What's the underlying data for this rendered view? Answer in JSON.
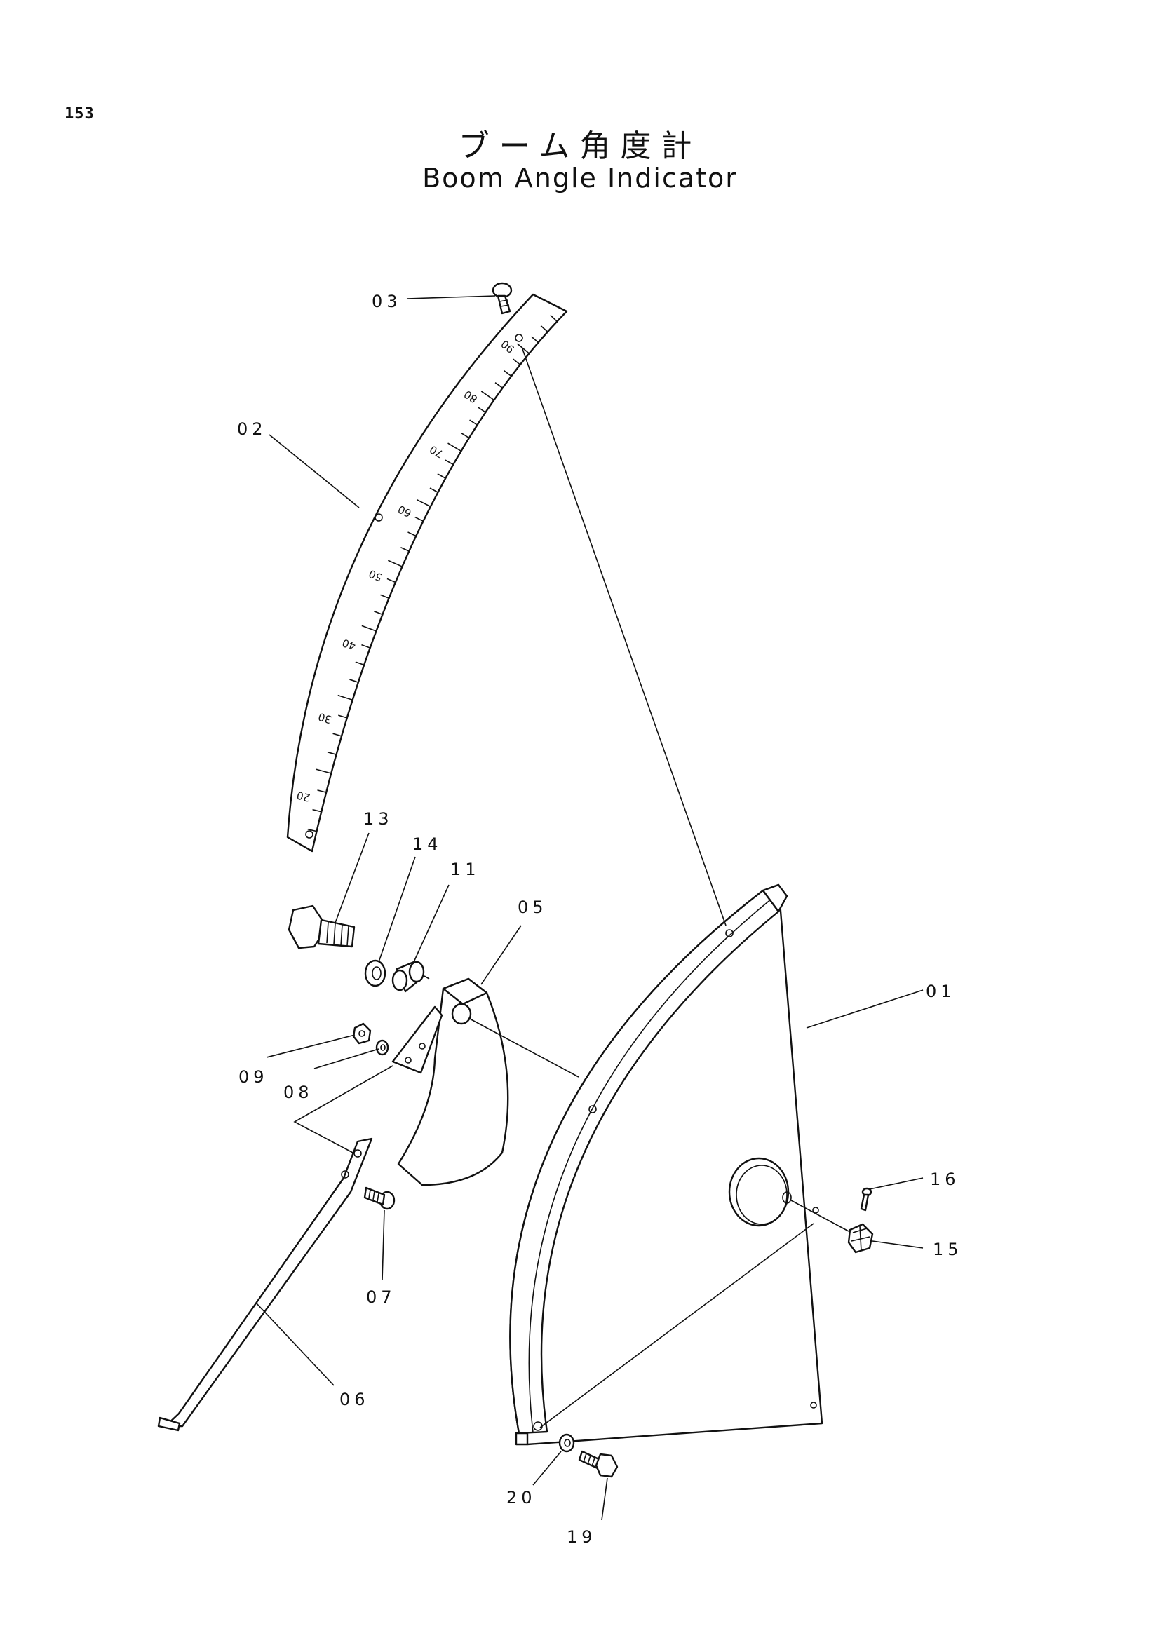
{
  "page": {
    "number": "153"
  },
  "title": {
    "japanese": "ブーム角度計",
    "english": "Boom Angle Indicator"
  },
  "scale_numbers": [
    "90",
    "80",
    "70",
    "60",
    "50",
    "40",
    "30",
    "20"
  ],
  "callouts": [
    {
      "id": "01",
      "label": "01"
    },
    {
      "id": "02",
      "label": "02"
    },
    {
      "id": "03",
      "label": "03"
    },
    {
      "id": "05",
      "label": "05"
    },
    {
      "id": "06",
      "label": "06"
    },
    {
      "id": "07",
      "label": "07"
    },
    {
      "id": "08",
      "label": "08"
    },
    {
      "id": "09",
      "label": "09"
    },
    {
      "id": "11",
      "label": "11"
    },
    {
      "id": "13",
      "label": "13"
    },
    {
      "id": "14",
      "label": "14"
    },
    {
      "id": "15",
      "label": "15"
    },
    {
      "id": "16",
      "label": "16"
    },
    {
      "id": "19",
      "label": "19"
    },
    {
      "id": "20",
      "label": "20"
    }
  ]
}
